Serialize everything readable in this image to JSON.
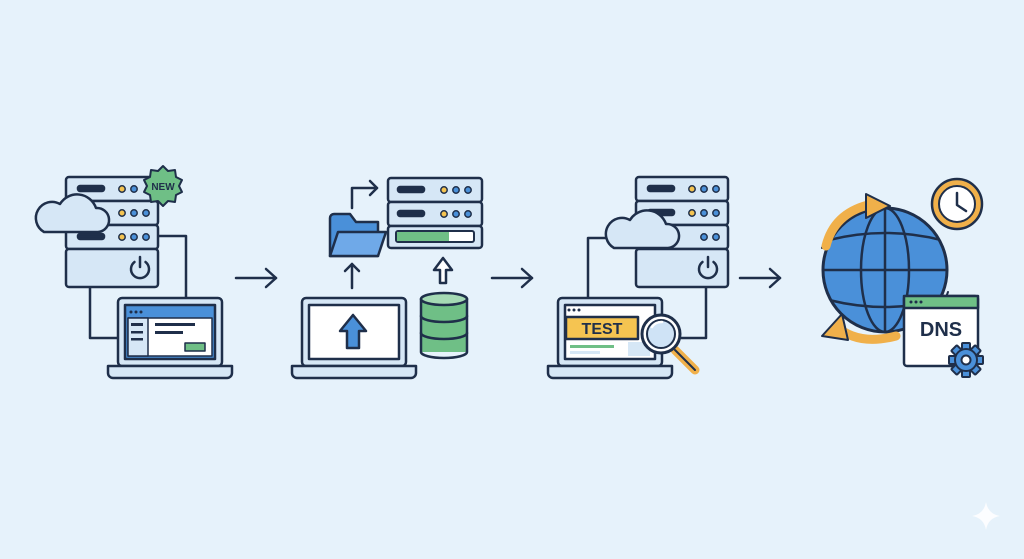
{
  "badges": {
    "new": "NEW",
    "test": "TEST",
    "dns": "DNS"
  },
  "colors": {
    "background": "#e6f2fb",
    "outline": "#1f2f4a",
    "panel": "#d6e7f6",
    "blue": "#4a90d9",
    "green": "#6fbf86",
    "yellow": "#f5c451",
    "orange": "#f0b04a"
  },
  "icons": [
    "cloud-icon",
    "server-icon",
    "power-icon",
    "new-badge-icon",
    "laptop-icon",
    "folder-icon",
    "upload-arrow-icon",
    "database-icon",
    "magnifier-icon",
    "globe-icon",
    "clock-icon",
    "gear-icon",
    "arrow-right-icon",
    "sparkle-icon"
  ]
}
